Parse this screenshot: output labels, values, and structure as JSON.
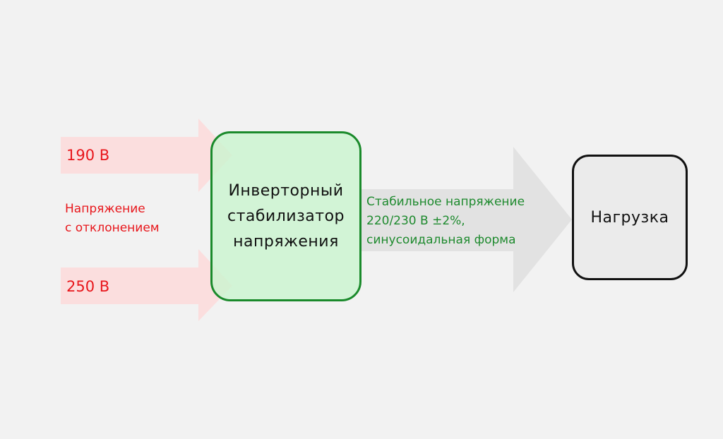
{
  "diagram": {
    "input_top_value": "190 В",
    "input_bottom_value": "250 В",
    "deviation_label_line1": "Напряжение",
    "deviation_label_line2": "с отклонением",
    "stabilizer_line1": "Инверторный",
    "stabilizer_line2": "стабилизатор",
    "stabilizer_line3": "напряжения",
    "stable_label_line1": "Стабильное напряжение",
    "stable_label_line2": "220/230 В ±2%,",
    "stable_label_line3": "синусоидальная форма",
    "load_label": "Нагрузка"
  },
  "colors": {
    "background": "#f2f2f2",
    "input_arrow_fill": "#fbdede",
    "input_text": "#e8161b",
    "stabilizer_border": "#1a8a2b",
    "stabilizer_fill": "#c9f5ce",
    "output_arrow_fill": "#e2e2e2",
    "output_text": "#1e8a2e",
    "load_border": "#111111",
    "load_fill": "#ebebeb"
  }
}
